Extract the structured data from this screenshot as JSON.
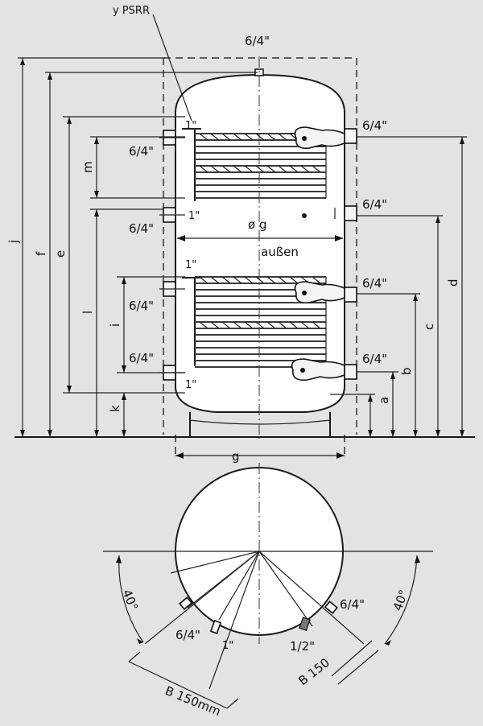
{
  "labels": {
    "psrr": "y PSRR",
    "top_connection": "6/4\"",
    "outer_diameter": "ø g",
    "outer_word": "außen",
    "width_g": "g",
    "dims": {
      "j": "j",
      "f": "f",
      "e": "e",
      "l": "l",
      "m": "m",
      "i": "i",
      "k": "k",
      "d": "d",
      "c": "c",
      "b": "b",
      "a": "a"
    },
    "left_fittings": [
      "6/4\"",
      "6/4\"",
      "6/4\"",
      "6/4\""
    ],
    "left_inner": [
      "1\"",
      "1\"",
      "1\"",
      "1\""
    ],
    "right_fittings": [
      "6/4\"",
      "6/4\"",
      "6/4\"",
      "6/4\""
    ],
    "plan": {
      "angle_left": "40°",
      "angle_right": "40°",
      "fit_left": "6/4\"",
      "fit_left_small": "1\"",
      "fit_right": "6/4\"",
      "fit_right_small": "1/2\"",
      "dist_left": "B 150mm",
      "dist_right": "B 150"
    }
  }
}
